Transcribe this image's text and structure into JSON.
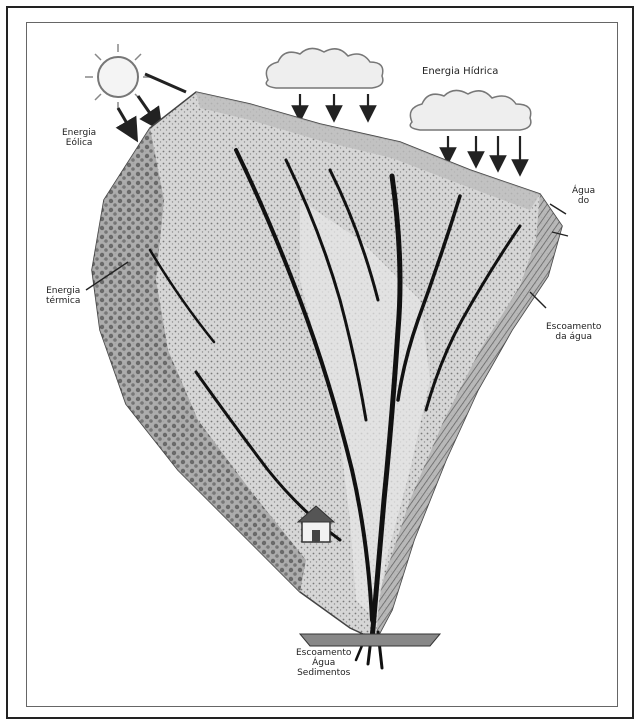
{
  "labels": {
    "energia_solar": [
      "Energia",
      "Eólica"
    ],
    "energia_hidrica": "Energia Hídrica",
    "agua": [
      "Água",
      "do"
    ],
    "energia_termica": [
      "Energia",
      "térmica"
    ],
    "escoamento": [
      "Escoamento",
      "da água"
    ],
    "bottom": [
      "Escoamento",
      "Água",
      "Sedimentos"
    ]
  },
  "colors": {
    "ink": "#222222",
    "shade_dark": "#555555",
    "shade_mid": "#9a9a9a",
    "shade_light": "#cfcfcf",
    "background": "#ffffff"
  },
  "icons": [
    "sun-icon",
    "cloud-icon",
    "rain-arrow-icon",
    "river-channel",
    "hut-icon"
  ]
}
